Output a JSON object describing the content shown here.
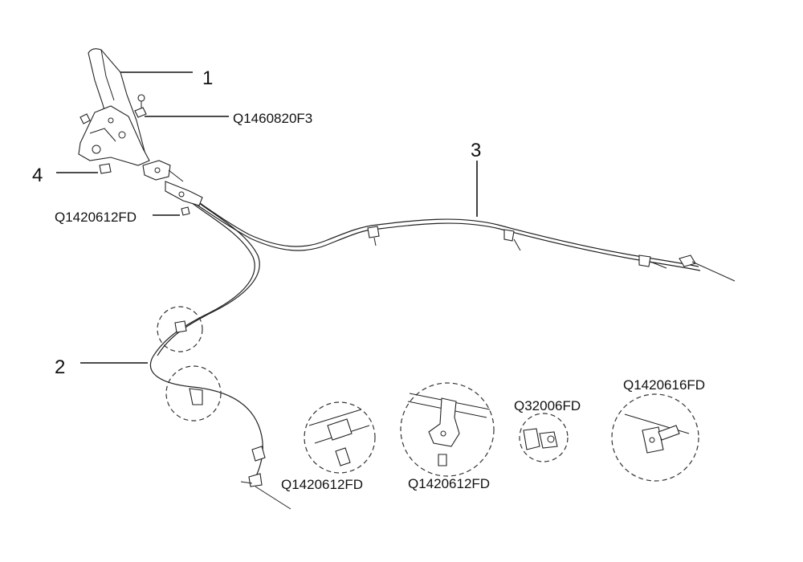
{
  "callouts": {
    "c1": "1",
    "c2": "2",
    "c3": "3",
    "c4": "4"
  },
  "part_numbers": {
    "lever_bolt": "Q1460820F3",
    "bracket_bolt_left": "Q1420612FD",
    "detail_bolt_a": "Q1420612FD",
    "detail_bolt_b": "Q1420612FD",
    "detail_nut": "Q32006FD",
    "detail_bolt_c": "Q1420616FD"
  }
}
